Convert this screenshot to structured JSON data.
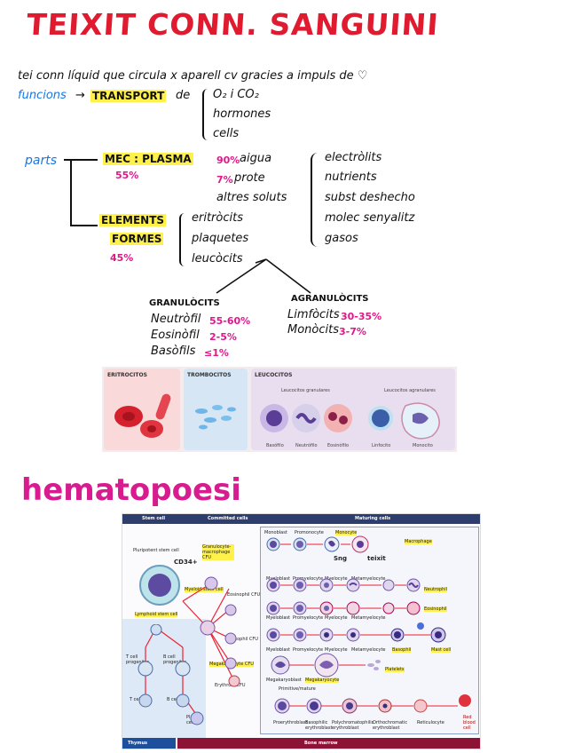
{
  "title": "TEIXIT CONN. SANGUINI",
  "intro": "tei conn líquid que circula x aparell cv gracies a impuls de ♡",
  "funcions": {
    "label": "funcions",
    "arrow": "→",
    "transport": "TRANSPORT",
    "de": "de",
    "items": [
      "O₂ i CO₂",
      "hormones",
      "cells"
    ]
  },
  "parts": {
    "label": "parts",
    "mec_plasma": "MEC : PLASMA",
    "plasma_pct": "55%",
    "plasma_comp": [
      {
        "pct": "90%",
        "name": "aigua"
      },
      {
        "pct": "7%",
        "name": "prote"
      },
      {
        "pct": "",
        "name": "altres soluts"
      }
    ],
    "soluts": [
      "electròlits",
      "nutrients",
      "subst deshecho",
      "molec senyalitz",
      "gasos"
    ],
    "elements_line1": "ELEMENTS",
    "elements_line2": "FORMES",
    "elements_pct": "45%",
    "elements": [
      "eritròcits",
      "plaquetes",
      "leucòcits"
    ]
  },
  "leucocits": {
    "granulocits_title": "GRANULÒCITS",
    "granulocits": [
      {
        "name": "Neutròfil",
        "pct": "55-60%"
      },
      {
        "name": "Eosinòfil",
        "pct": "2-5%"
      },
      {
        "name": "Basòfils",
        "pct": "≤1%"
      }
    ],
    "agranulocits_title": "AGRANULÒCITS",
    "agranulocits": [
      {
        "name": "Limfòcits",
        "pct": "30-35%"
      },
      {
        "name": "Monòcits",
        "pct": "3-7%"
      }
    ]
  },
  "blood_figure": {
    "eritrocitos": "ERITROCITOS",
    "trombocitos": "TROMBOCITOS",
    "leucocitos": "LEUCOCITOS",
    "granulares": "Leucocitos granulares",
    "agranulares": "Leucocitos agranulares",
    "cells": [
      "Basófilo",
      "Neutrófilo",
      "Eosinófilo",
      "Linfocito",
      "Monocito"
    ]
  },
  "hematopoesi": {
    "title": "hematopoesi",
    "headers": [
      "Stem cell",
      "Committed cells",
      "Maturing cells"
    ],
    "pluripotent": "Pluripotent stem cell",
    "cd34": "CD34+",
    "gm_cfu": "Granulocyte-macrophage CFU",
    "myeloid": "Myeloid stem cell",
    "lymphoid": "Lymphoid stem cell",
    "eos_cfu": "Eosinophil CFU",
    "baso_cfu": "Basophil CFU",
    "mega_cfu": "Megakaryocyte CFU",
    "ery_cfu": "Erythroid CFU",
    "row1": [
      "Monoblast",
      "Promonocyte",
      "Monocyte",
      "Macrophage"
    ],
    "row1_notes": [
      "Sng",
      "teixit"
    ],
    "row_neut": [
      "Myeloblast",
      "Promyelocyte",
      "Myelocyte",
      "Metamyelocyte",
      "Neutrophil"
    ],
    "row_eos": [
      "Myeloblast",
      "Promyelocyte",
      "Myelocyte",
      "Metamyelocyte",
      "Eosinophil"
    ],
    "row_baso": [
      "Myeloblast",
      "Promyelocyte",
      "Myelocyte",
      "Metamyelocyte",
      "Basophil",
      "Mast cell"
    ],
    "row_mega": [
      "Megakaryoblast",
      "Megakaryocyte",
      "Platelets"
    ],
    "primitive": "Primitive/mature",
    "row_ery": [
      "Proerythroblast",
      "Basophilic erythroblast",
      "Polychromatophilic erythroblast",
      "Orthochromatic erythroblast",
      "Reticulocyte",
      "Red blood cell"
    ],
    "t_prog": "T cell progenitor",
    "b_prog": "B cell progenitor",
    "t_cell": "T cell",
    "b_cell": "B cell",
    "plasma_cell": "Plasma cell",
    "thymus": "Thymus",
    "bone_marrow": "Bone marrow"
  }
}
